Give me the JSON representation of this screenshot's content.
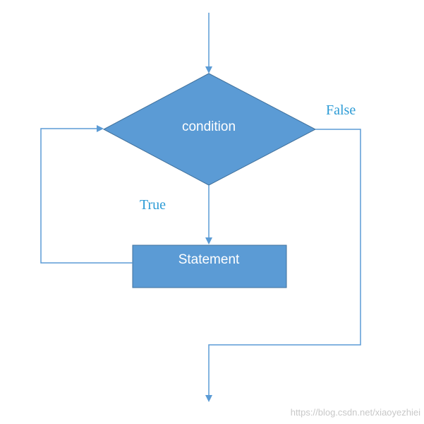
{
  "diagram": {
    "nodes": {
      "condition": {
        "label": "condition",
        "shape": "diamond"
      },
      "statement": {
        "label": "Statement",
        "shape": "rectangle"
      }
    },
    "edges": {
      "true_label": "True",
      "false_label": "False"
    },
    "watermark": "https://blog.csdn.net/xiaoyezhiei"
  },
  "colors": {
    "node_fill": "#5b9bd5",
    "node_stroke": "#41719c",
    "line": "#5b9bd5",
    "label_text": "#2e9cd6",
    "watermark_text": "#c8c8c8"
  }
}
